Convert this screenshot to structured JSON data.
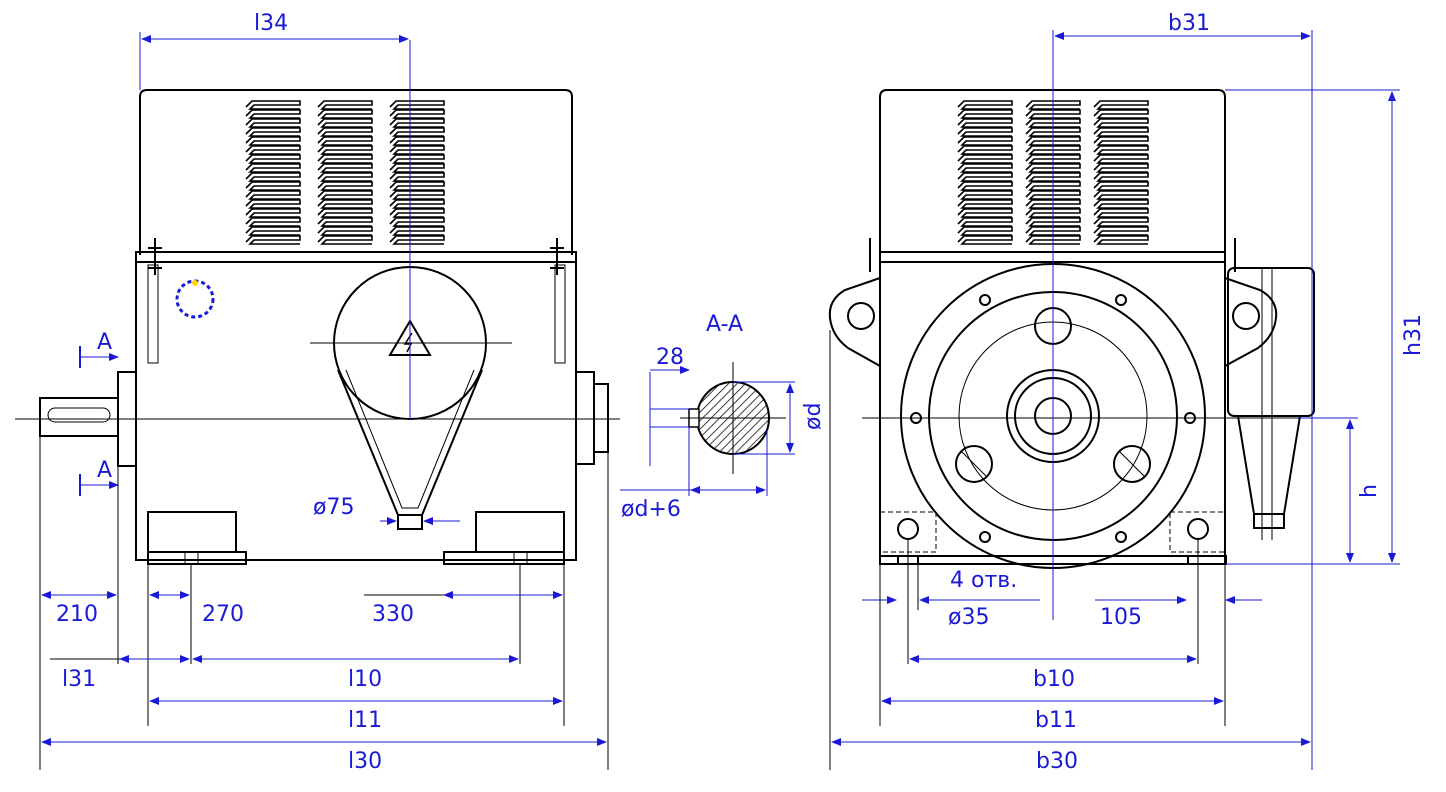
{
  "side_view": {
    "dims": {
      "l34": "l34",
      "l31": "l31",
      "l10": "l10",
      "l11": "l11",
      "l30": "l30",
      "d210": "210",
      "d270": "270",
      "d330": "330",
      "d75": "ø75"
    },
    "section_mark_top": "A",
    "section_mark_bottom": "A"
  },
  "section_view": {
    "title": "A-A",
    "d28": "28",
    "dd": "ød",
    "dd6": "ød+6"
  },
  "front_view": {
    "dims": {
      "b31": "b31",
      "h31": "h31",
      "h": "h",
      "holes": "4 отв.",
      "d35": "ø35",
      "d105": "105",
      "b10": "b10",
      "b11": "b11",
      "b30": "b30"
    }
  },
  "colors": {
    "line": "#000000",
    "dimension": "#1a1ad6",
    "indicator": "#ffd400"
  }
}
